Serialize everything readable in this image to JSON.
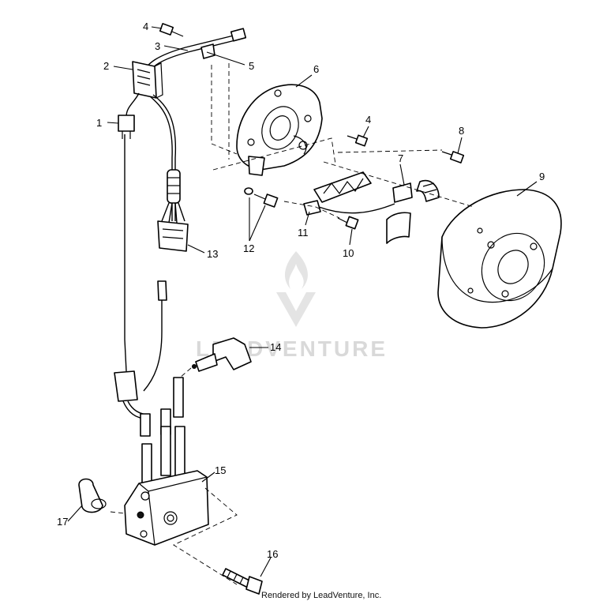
{
  "callouts": [
    {
      "id": "1",
      "text": "1"
    },
    {
      "id": "2",
      "text": "2"
    },
    {
      "id": "3",
      "text": "3"
    },
    {
      "id": "4a",
      "text": "4"
    },
    {
      "id": "4b",
      "text": "4"
    },
    {
      "id": "5",
      "text": "5"
    },
    {
      "id": "6",
      "text": "6"
    },
    {
      "id": "7",
      "text": "7"
    },
    {
      "id": "8",
      "text": "8"
    },
    {
      "id": "9",
      "text": "9"
    },
    {
      "id": "10",
      "text": "10"
    },
    {
      "id": "11",
      "text": "11"
    },
    {
      "id": "12",
      "text": "12"
    },
    {
      "id": "13",
      "text": "13"
    },
    {
      "id": "14",
      "text": "14"
    },
    {
      "id": "15",
      "text": "15"
    },
    {
      "id": "16",
      "text": "16"
    },
    {
      "id": "17",
      "text": "17"
    }
  ],
  "watermark": {
    "text": "LEADVENTURE",
    "color": "#d9d9d9"
  },
  "footer": {
    "text": "Rendered by LeadVenture, Inc."
  }
}
